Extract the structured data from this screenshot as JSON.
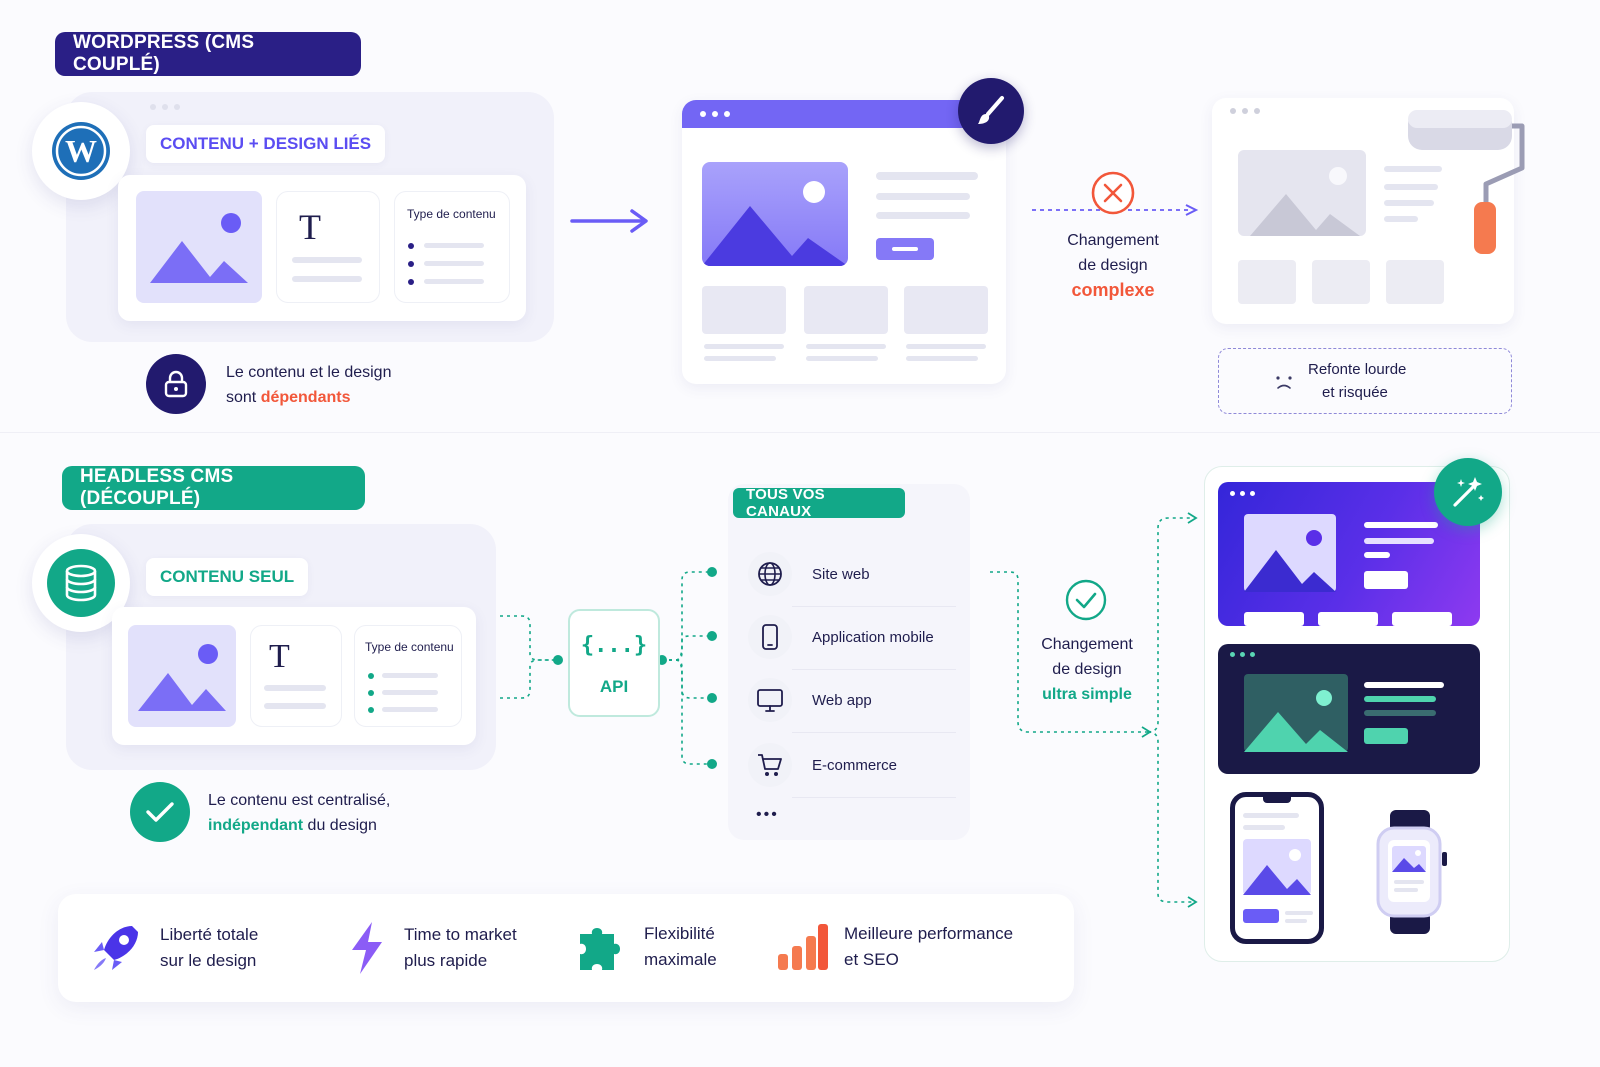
{
  "colors": {
    "navy": "#2a1f86",
    "purple": "#6a5cf6",
    "teal": "#12a888",
    "red_orange": "#f2573a",
    "text": "#1f1d4d"
  },
  "coupled": {
    "title": "WORDPRESS (CMS COUPLÉ)",
    "chip": "CONTENU + DESIGN LIÉS",
    "content_type_label": "Type de contenu",
    "text_glyph": "T",
    "note_line1": "Le contenu et le design",
    "note_line2_prefix": "sont ",
    "note_line2_highlight": "dépendants",
    "change_line1": "Changement",
    "change_line2": "de design",
    "change_highlight": "complexe",
    "result_line1": "Refonte lourde",
    "result_line2": "et risquée",
    "icons": [
      "wordpress-logo",
      "lock-icon",
      "paintbrush-icon",
      "x-circle-icon",
      "paint-roller-icon",
      "sad-face-icon"
    ]
  },
  "headless": {
    "title": "HEADLESS CMS (DÉCOUPLÉ)",
    "chip": "CONTENU SEUL",
    "content_type_label": "Type de contenu",
    "text_glyph": "T",
    "api_glyph": "{...}",
    "api_label": "API",
    "channels_title": "TOUS VOS CANAUX",
    "channels": [
      {
        "label": "Site web",
        "icon": "globe-icon"
      },
      {
        "label": "Application mobile",
        "icon": "mobile-icon"
      },
      {
        "label": "Web app",
        "icon": "monitor-icon"
      },
      {
        "label": "E-commerce",
        "icon": "cart-icon"
      }
    ],
    "channels_more": "•••",
    "change_line1": "Changement",
    "change_line2": "de design",
    "change_highlight": "ultra simple",
    "note_line1": "Le contenu est centralisé,",
    "note_line2_highlight": "indépendant",
    "note_line2_suffix": " du design",
    "icons": [
      "database-icon",
      "check-circle-icon",
      "magic-wand-icon"
    ]
  },
  "benefits": [
    {
      "line1": "Liberté totale",
      "line2": "sur le design",
      "icon": "rocket-icon"
    },
    {
      "line1": "Time to market",
      "line2": "plus rapide",
      "icon": "lightning-icon"
    },
    {
      "line1": "Flexibilité",
      "line2": "maximale",
      "icon": "puzzle-icon"
    },
    {
      "line1": "Meilleure performance",
      "line2": "et SEO",
      "icon": "bar-chart-icon"
    }
  ]
}
